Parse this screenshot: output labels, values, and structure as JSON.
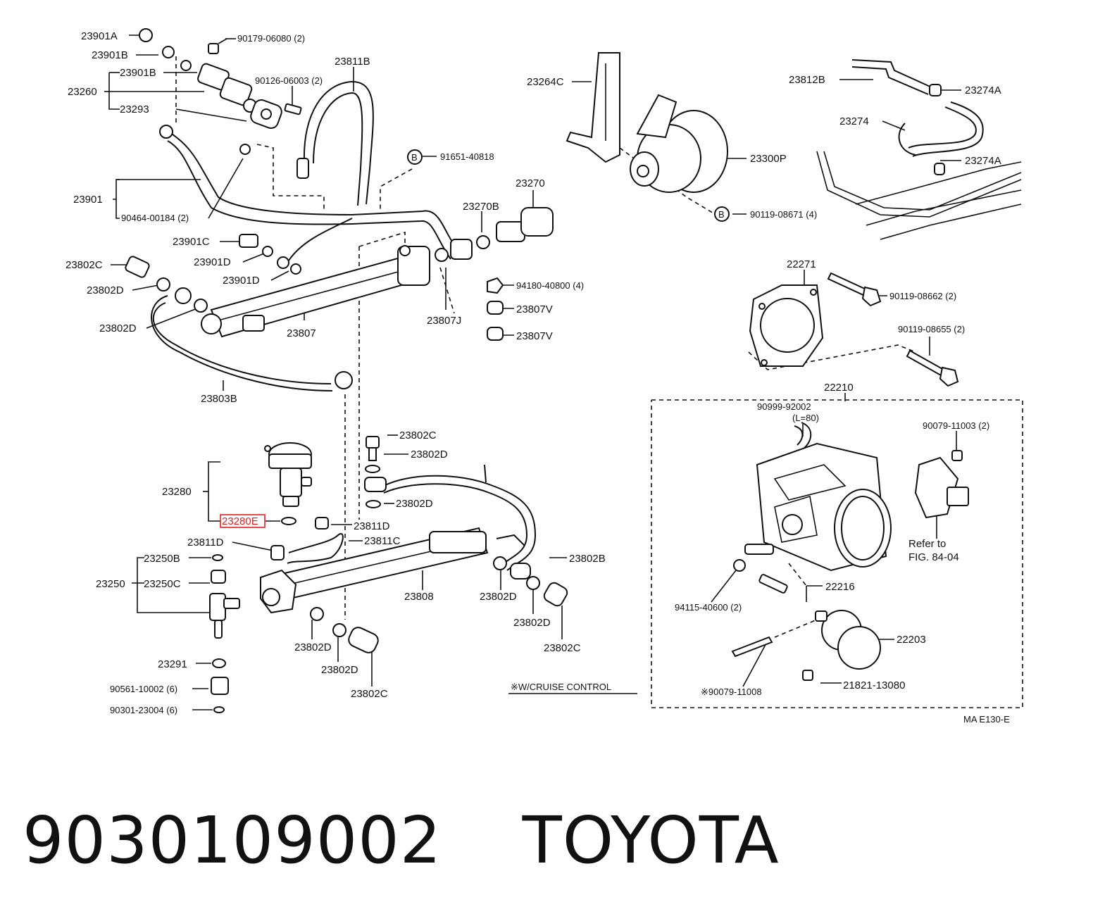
{
  "diagram": {
    "labels": [
      {
        "id": "l1",
        "text": "23901A"
      },
      {
        "id": "l2",
        "text": "23901B"
      },
      {
        "id": "l3",
        "text": "23901B"
      },
      {
        "id": "l4",
        "text": "23260"
      },
      {
        "id": "l5",
        "text": "23293"
      },
      {
        "id": "l6",
        "text": "90179-06080 (2)"
      },
      {
        "id": "l7",
        "text": "90126-06003 (2)"
      },
      {
        "id": "l8",
        "text": "23811B"
      },
      {
        "id": "l9",
        "text": "91651-40818"
      },
      {
        "id": "l10",
        "text": "23901"
      },
      {
        "id": "l11",
        "text": "90464-00184 (2)"
      },
      {
        "id": "l12",
        "text": "23901C"
      },
      {
        "id": "l13",
        "text": "23901D"
      },
      {
        "id": "l14",
        "text": "23901D"
      },
      {
        "id": "l15",
        "text": "23802C"
      },
      {
        "id": "l16",
        "text": "23802D"
      },
      {
        "id": "l17",
        "text": "23802D"
      },
      {
        "id": "l18",
        "text": "23807"
      },
      {
        "id": "l19",
        "text": "23803B"
      },
      {
        "id": "l20",
        "text": "23270"
      },
      {
        "id": "l21",
        "text": "23270B"
      },
      {
        "id": "l22",
        "text": "23807J"
      },
      {
        "id": "l23",
        "text": "94180-40800 (4)"
      },
      {
        "id": "l24",
        "text": "23807V"
      },
      {
        "id": "l25",
        "text": "23807V"
      },
      {
        "id": "l26",
        "text": "23264C"
      },
      {
        "id": "l27",
        "text": "23300P"
      },
      {
        "id": "l28",
        "text": "90119-08671 (4)"
      },
      {
        "id": "l29",
        "text": "23812B"
      },
      {
        "id": "l30",
        "text": "23274A"
      },
      {
        "id": "l31",
        "text": "23274"
      },
      {
        "id": "l32",
        "text": "23274A"
      },
      {
        "id": "l33",
        "text": "22271"
      },
      {
        "id": "l34",
        "text": "90119-08662 (2)"
      },
      {
        "id": "l35",
        "text": "90119-08655 (2)"
      },
      {
        "id": "l36",
        "text": "22210"
      },
      {
        "id": "l37",
        "text": "90999-92002"
      },
      {
        "id": "l38",
        "text": "(L=80)"
      },
      {
        "id": "l39",
        "text": "90079-11003 (2)"
      },
      {
        "id": "l40",
        "text": "Refer to"
      },
      {
        "id": "l41",
        "text": "FIG. 84-04"
      },
      {
        "id": "l42",
        "text": "22216"
      },
      {
        "id": "l43",
        "text": "94115-40600 (2)"
      },
      {
        "id": "l44",
        "text": "22203"
      },
      {
        "id": "l45",
        "text": "※90079-11008"
      },
      {
        "id": "l46",
        "text": "21821-13080"
      },
      {
        "id": "l47",
        "text": "MA  E130-E"
      },
      {
        "id": "l48",
        "text": "23802C"
      },
      {
        "id": "l49",
        "text": "23802D"
      },
      {
        "id": "l50",
        "text": "23802D"
      },
      {
        "id": "l51",
        "text": "23280"
      },
      {
        "id": "l52",
        "text": "23811D"
      },
      {
        "id": "l53",
        "text": "23811D"
      },
      {
        "id": "l54",
        "text": "23811C"
      },
      {
        "id": "l55",
        "text": "23802B"
      },
      {
        "id": "l56",
        "text": "23250B"
      },
      {
        "id": "l57",
        "text": "23250"
      },
      {
        "id": "l58",
        "text": "23250C"
      },
      {
        "id": "l59",
        "text": "23808"
      },
      {
        "id": "l60",
        "text": "23802D"
      },
      {
        "id": "l61",
        "text": "23802D"
      },
      {
        "id": "l62",
        "text": "23802C"
      },
      {
        "id": "l63",
        "text": "23802D"
      },
      {
        "id": "l64",
        "text": "23802D"
      },
      {
        "id": "l65",
        "text": "23802C"
      },
      {
        "id": "l66",
        "text": "23291"
      },
      {
        "id": "l67",
        "text": "90561-10002 (6)"
      },
      {
        "id": "l68",
        "text": "90301-23004 (6)"
      },
      {
        "id": "l69",
        "text": "※W/CRUISE CONTROL"
      },
      {
        "id": "l70",
        "text": "B"
      },
      {
        "id": "l71",
        "text": "B"
      }
    ],
    "highlighted_label": "23280E",
    "highlight_color": "#e02020"
  },
  "footer": {
    "part_number": "9030109002",
    "manufacturer": "TOYOTA"
  }
}
